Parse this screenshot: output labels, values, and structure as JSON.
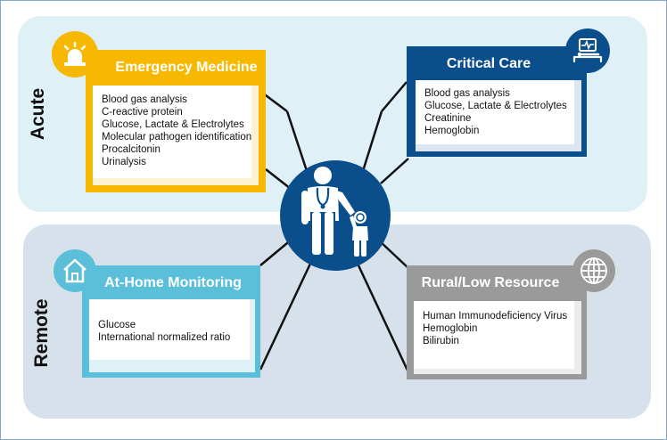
{
  "sections": {
    "acute_label": "Acute",
    "remote_label": "Remote"
  },
  "cards": {
    "emergency": {
      "title": "Emergency Medicine",
      "color": "#f6b800",
      "icon": "siren-icon",
      "items": [
        "Blood gas analysis",
        "C-reactive protein",
        "Glucose, Lactate & Electrolytes",
        "Molecular pathogen identification",
        "Procalcitonin",
        "Urinalysis"
      ]
    },
    "critical": {
      "title": "Critical Care",
      "color": "#0a4e8c",
      "icon": "patient-monitor-icon",
      "items": [
        "Blood gas analysis",
        "Glucose, Lactate & Electrolytes",
        "Creatinine",
        "Hemoglobin"
      ]
    },
    "home": {
      "title": "At-Home Monitoring",
      "color": "#5bbfd9",
      "icon": "home-icon",
      "items": [
        "Glucose",
        "International normalized ratio"
      ]
    },
    "rural": {
      "title": "Rural/Low Resource",
      "color": "#9a9a9a",
      "icon": "globe-icon",
      "items": [
        "Human Immunodeficiency Virus",
        "Hemoglobin",
        "Bilirubin"
      ]
    }
  },
  "center": {
    "icon": "doctor-with-child-icon",
    "color": "#0a4e8c"
  }
}
